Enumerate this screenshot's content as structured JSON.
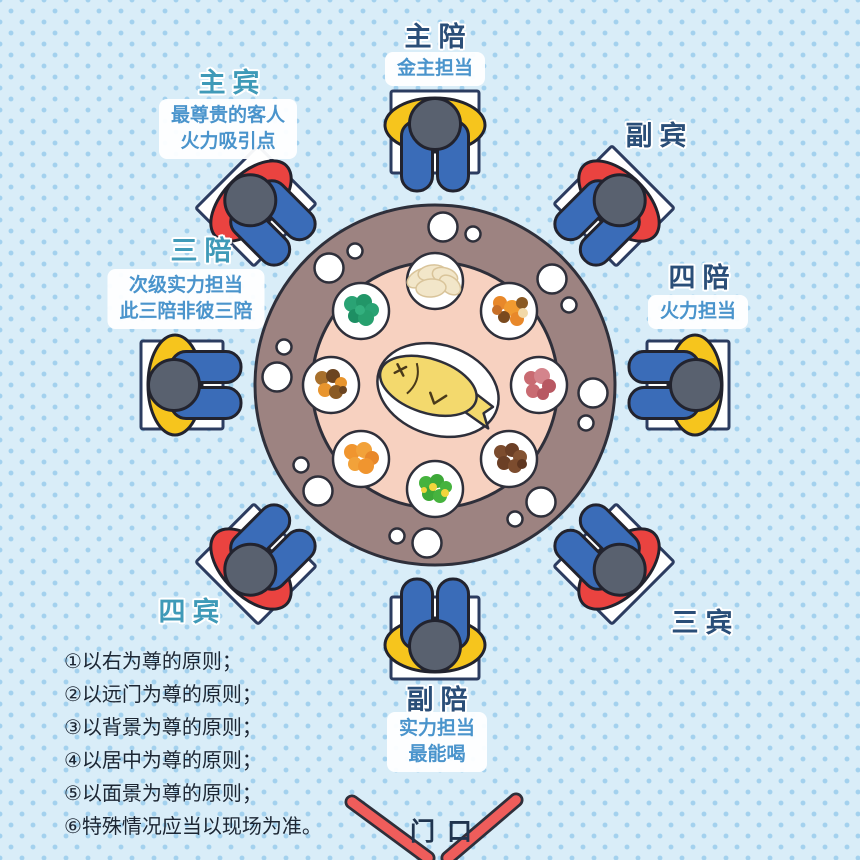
{
  "seats": [
    {
      "position": "top",
      "title": "主陪",
      "subtitle": [
        "金主担当"
      ],
      "role": "host",
      "chair_color": "#f6c51d"
    },
    {
      "position": "top-left",
      "title": "主宾",
      "subtitle": [
        "最尊贵的客人",
        "火力吸引点"
      ],
      "role": "guest",
      "chair_color": "#ea4340"
    },
    {
      "position": "top-right",
      "title": "副宾",
      "subtitle": [],
      "role": "guest",
      "chair_color": "#ea4340"
    },
    {
      "position": "left",
      "title": "三陪",
      "subtitle": [
        "次级实力担当",
        "此三陪非彼三陪"
      ],
      "role": "host",
      "chair_color": "#f6c51d"
    },
    {
      "position": "right",
      "title": "四陪",
      "subtitle": [
        "火力担当"
      ],
      "role": "host",
      "chair_color": "#f6c51d"
    },
    {
      "position": "bottom-left",
      "title": "四宾",
      "subtitle": [],
      "role": "guest",
      "chair_color": "#ea4340"
    },
    {
      "position": "bottom-right",
      "title": "三宾",
      "subtitle": [],
      "role": "guest",
      "chair_color": "#ea4340"
    },
    {
      "position": "bottom",
      "title": "副陪",
      "subtitle": [
        "实力担当",
        "最能喝"
      ],
      "role": "host",
      "chair_color": "#f6c51d"
    }
  ],
  "door": {
    "label": "门口"
  },
  "principles": [
    "①以右为尊的原则；",
    "②以远门为尊的原则；",
    "③以背景为尊的原则；",
    "④以居中为尊的原则；",
    "⑤以面景为尊的原则；",
    "⑥特殊情况应当以现场为准。"
  ],
  "table": {
    "center_dish": "whole-fish",
    "dishes": [
      "steamed-dumplings",
      "mushroom-stir-fry",
      "sliced-red-meat",
      "braised-meat",
      "green-vegetable-with-egg",
      "orange-chunks",
      "mixed-stir-fry",
      "leafy-greens"
    ]
  },
  "colors": {
    "background": "#d9edf8",
    "dots": "#a3d1ee",
    "table_ring": "#9d8381",
    "lazy_susan": "#f7d1c0",
    "host_chair": "#f6c51d",
    "guest_chair": "#ea4340",
    "person_body": "#3a6cb8",
    "person_head": "#59616f",
    "title_navy": "#2a4e78",
    "title_teal": "#3f9ab8",
    "subtitle_text": "#4a94cc",
    "door_line": "#ef5d5b"
  }
}
